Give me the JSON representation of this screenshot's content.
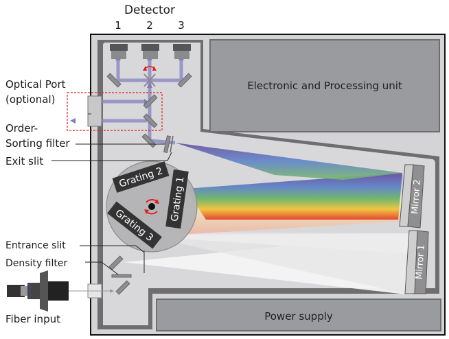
{
  "title": "Detector",
  "detector_numbers": [
    "1",
    "2",
    "3"
  ],
  "labels": {
    "optical_port_line1": "Optical Port",
    "optical_port_line2": "(optional)",
    "order_sorting_line1": "Order-",
    "order_sorting_line2": "Sorting filter",
    "exit_slit": "Exit slit",
    "entrance_slit": "Entrance slit",
    "density_filter": "Density filter",
    "fiber_input": "Fiber input"
  },
  "units": {
    "electronics": "Electronic and Processing unit",
    "power": "Power supply"
  },
  "gratings": [
    "Grating 1",
    "Grating 2",
    "Grating 3"
  ],
  "mirrors": [
    "Mirror 1",
    "Mirror 2"
  ],
  "colors": {
    "housing": "#d4d4d6",
    "wall": "#6e6e70",
    "unit": "#9a9b9e",
    "beam": "#8a86c4",
    "accent_red": "#e0201e",
    "plate": "#333333"
  }
}
